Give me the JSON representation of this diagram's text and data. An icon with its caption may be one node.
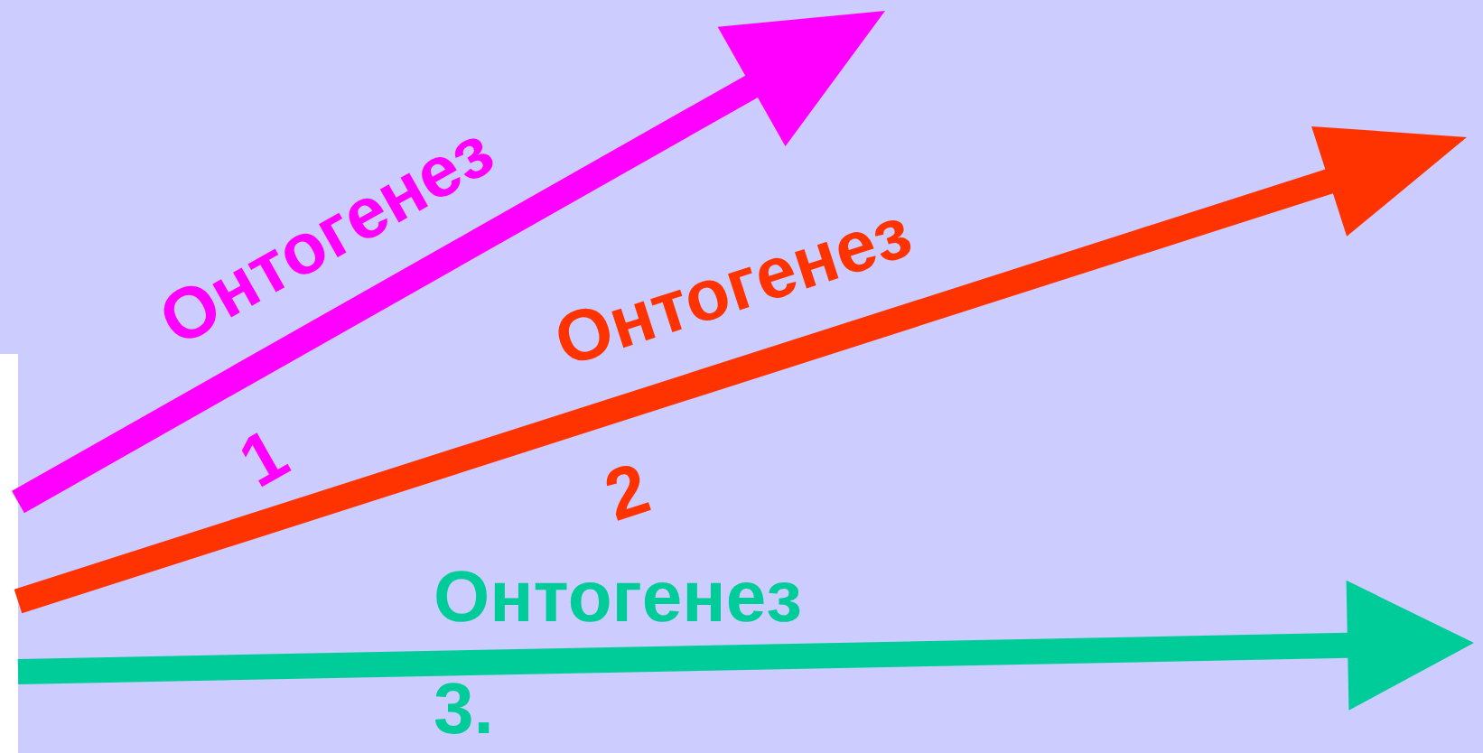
{
  "diagram": {
    "labels": [
      "Онтогенез 1",
      "Онтогенез 2",
      "Онтогенез 3."
    ]
  }
}
